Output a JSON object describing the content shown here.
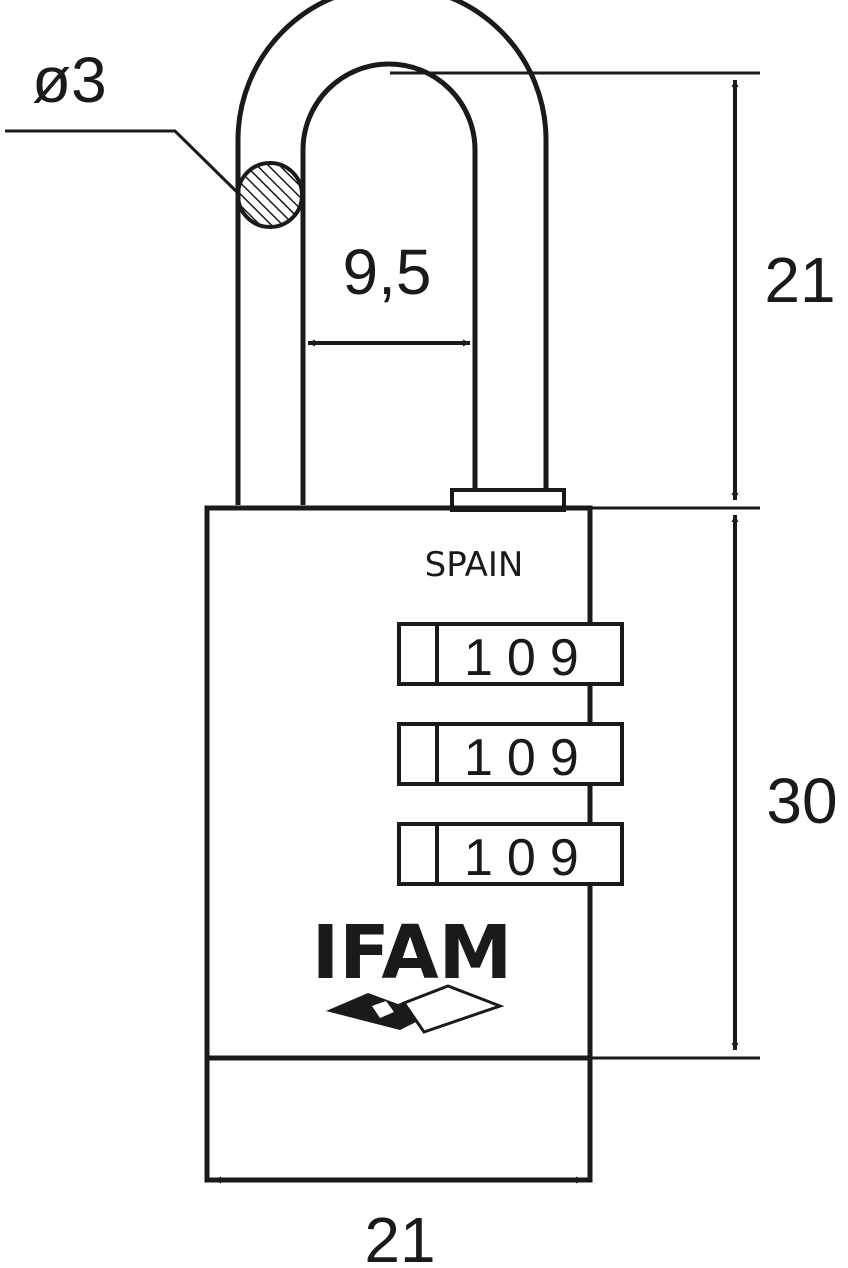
{
  "dimensions": {
    "shackle_diameter": "ø3",
    "shackle_inner_width": "9,5",
    "shackle_height": "21",
    "body_height": "30",
    "body_width": "21"
  },
  "body": {
    "origin_label": "SPAIN",
    "combination_wheels": [
      "109",
      "109",
      "109"
    ],
    "brand": "IFAM"
  },
  "colors": {
    "line": "#1a1a1a",
    "background": "#ffffff"
  }
}
